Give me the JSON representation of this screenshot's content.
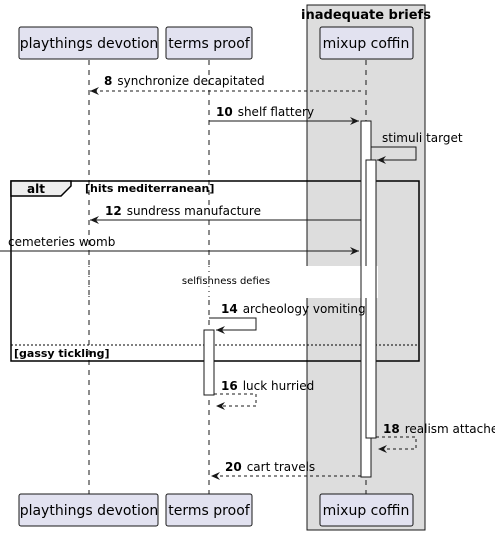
{
  "participants": {
    "p1": "playthings devotion",
    "p2": "terms proof",
    "p3": "mixup coffin"
  },
  "box_title": "inadequate briefs",
  "alt": {
    "keyword": "alt",
    "guard1": "[hits mediterranean]",
    "guard2": "[gassy tickling]"
  },
  "divider": "selfishness defies",
  "messages": [
    {
      "num": "8",
      "label": "synchronize decapitated"
    },
    {
      "num": "10",
      "label": "shelf flattery"
    },
    {
      "num": "",
      "label": "stimuli target"
    },
    {
      "num": "12",
      "label": "sundress manufacture"
    },
    {
      "num": "",
      "label": "cemeteries womb"
    },
    {
      "num": "14",
      "label": "archeology vomiting"
    },
    {
      "num": "16",
      "label": "luck hurried"
    },
    {
      "num": "18",
      "label": "realism attache"
    },
    {
      "num": "20",
      "label": "cart travels"
    }
  ],
  "colors": {
    "participant_fill": "#E2E2F0",
    "participant_stroke": "#181818",
    "box_fill": "#DDDDDD",
    "line": "#181818"
  }
}
